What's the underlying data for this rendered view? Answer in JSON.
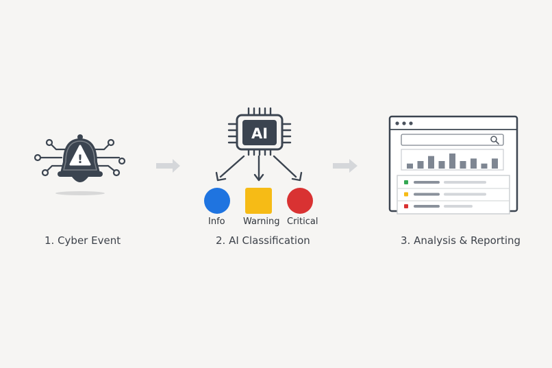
{
  "steps": [
    {
      "label": "1. Cyber Event"
    },
    {
      "label": "2. AI Classification"
    },
    {
      "label": "3. Analysis & Reporting"
    }
  ],
  "chip": {
    "text": "AI"
  },
  "alert_icon": {
    "symbol": "!"
  },
  "classes": [
    {
      "label": "Info",
      "color": "#1f74e0",
      "shape": "circle"
    },
    {
      "label": "Warning",
      "color": "#f6bb16",
      "shape": "square"
    },
    {
      "label": "Critical",
      "color": "#d93232",
      "shape": "circle"
    }
  ],
  "dashboard": {
    "window_dots": 3,
    "bar_values": [
      2,
      3,
      5,
      3,
      6,
      3,
      4,
      2,
      4
    ],
    "list_rows": [
      {
        "status_color": "#34a853"
      },
      {
        "status_color": "#f6bb16"
      },
      {
        "status_color": "#d93232"
      }
    ]
  },
  "colors": {
    "background": "#f6f5f3",
    "icon_dark": "#3b4450",
    "arrow_light": "#d5d7da"
  }
}
